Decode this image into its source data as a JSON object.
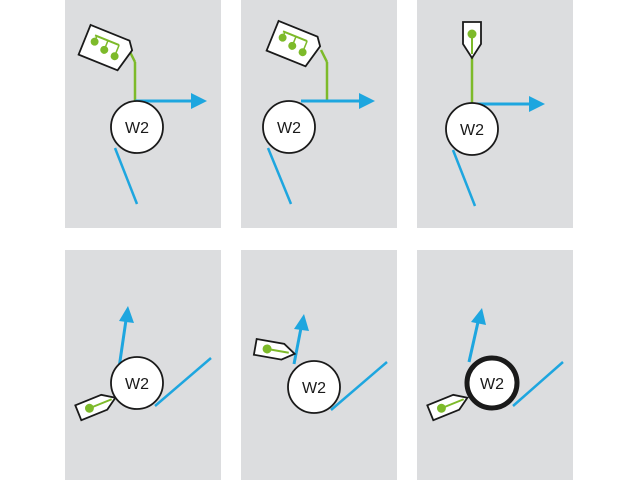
{
  "colors": {
    "background": "#ffffff",
    "panel": "#dcdddf",
    "blue": "#1ea6df",
    "green": "#7dba2a",
    "outline": "#1a1a1a",
    "fill": "#ffffff"
  },
  "panels": [
    {
      "id": "p1",
      "node_label": "W2",
      "sensor": "multi-wheel-tag",
      "highlighted": false
    },
    {
      "id": "p2",
      "node_label": "W2",
      "sensor": "multi-wheel-tag",
      "highlighted": false
    },
    {
      "id": "p3",
      "node_label": "W2",
      "sensor": "single-tag-vertical",
      "highlighted": false
    },
    {
      "id": "p4",
      "node_label": "W2",
      "sensor": "single-tag-lower-left",
      "highlighted": false
    },
    {
      "id": "p5",
      "node_label": "W2",
      "sensor": "single-tag-upper-left",
      "highlighted": false
    },
    {
      "id": "p6",
      "node_label": "W2",
      "sensor": "single-tag-lower-left",
      "highlighted": true
    }
  ]
}
